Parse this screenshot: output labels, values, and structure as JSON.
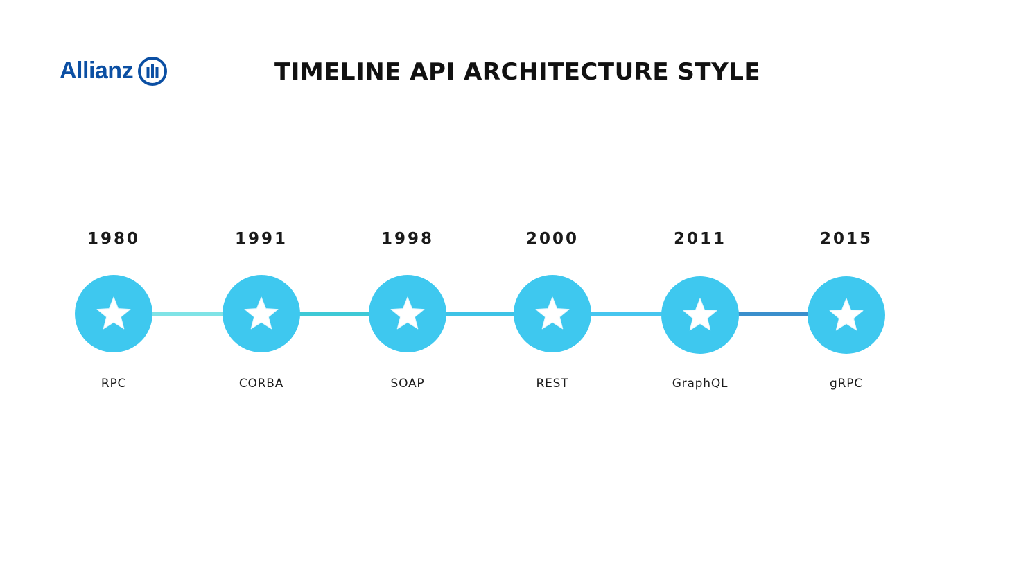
{
  "brand": {
    "name": "Allianz",
    "color": "#0b4fa3"
  },
  "title": "TIMELINE API ARCHITECTURE STYLE",
  "colors": {
    "node": "#3ec8ef",
    "star": "#ffffff",
    "connectors": [
      "#7fe3e6",
      "#3ec9d6",
      "#3ec3e6",
      "#47c6ef",
      "#3a8fcc"
    ]
  },
  "timeline": [
    {
      "year": "1980",
      "name": "RPC",
      "icon": "star-icon"
    },
    {
      "year": "1991",
      "name": "CORBA",
      "icon": "star-icon"
    },
    {
      "year": "1998",
      "name": "SOAP",
      "icon": "star-icon"
    },
    {
      "year": "2000",
      "name": "REST",
      "icon": "star-icon"
    },
    {
      "year": "2011",
      "name": "GraphQL",
      "icon": "star-icon"
    },
    {
      "year": "2015",
      "name": "gRPC",
      "icon": "star-icon"
    }
  ]
}
